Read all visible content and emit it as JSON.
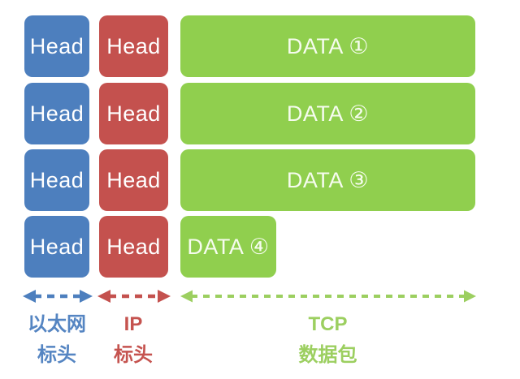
{
  "diagram": {
    "title_hint": "Ethernet/IP header and TCP data packet encapsulation diagram",
    "rows": [
      {
        "eth": "Head",
        "ip": "Head",
        "data": "DATA ①",
        "data_size": "full"
      },
      {
        "eth": "Head",
        "ip": "Head",
        "data": "DATA ②",
        "data_size": "full"
      },
      {
        "eth": "Head",
        "ip": "Head",
        "data": "DATA ③",
        "data_size": "full"
      },
      {
        "eth": "Head",
        "ip": "Head",
        "data": "DATA ④",
        "data_size": "short"
      }
    ],
    "legend": [
      {
        "id": "ethernet",
        "line1": "以太网",
        "line2": "标头",
        "color": "#5585c2"
      },
      {
        "id": "ip",
        "line1": "IP",
        "line2": "标头",
        "color": "#c5534f"
      },
      {
        "id": "tcp",
        "line1": "TCP",
        "line2": "数据包",
        "color": "#9ccf60"
      }
    ],
    "colors": {
      "ethernet_box": "#4d7fbe",
      "ip_box": "#c4514e",
      "tcp_box": "#90cf4e",
      "box_text": "#ffffff",
      "background": "#ffffff"
    }
  }
}
